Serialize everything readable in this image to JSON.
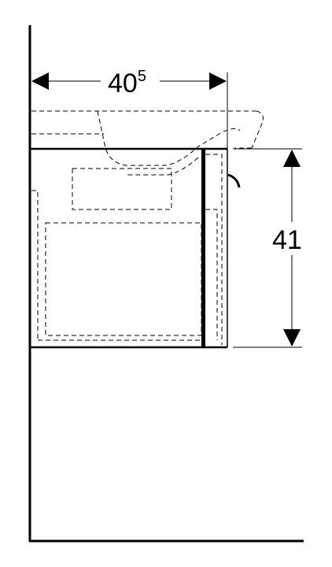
{
  "drawing": {
    "width_dimension": {
      "value": "40",
      "superscript": "5"
    },
    "height_dimension": {
      "value": "41"
    }
  }
}
